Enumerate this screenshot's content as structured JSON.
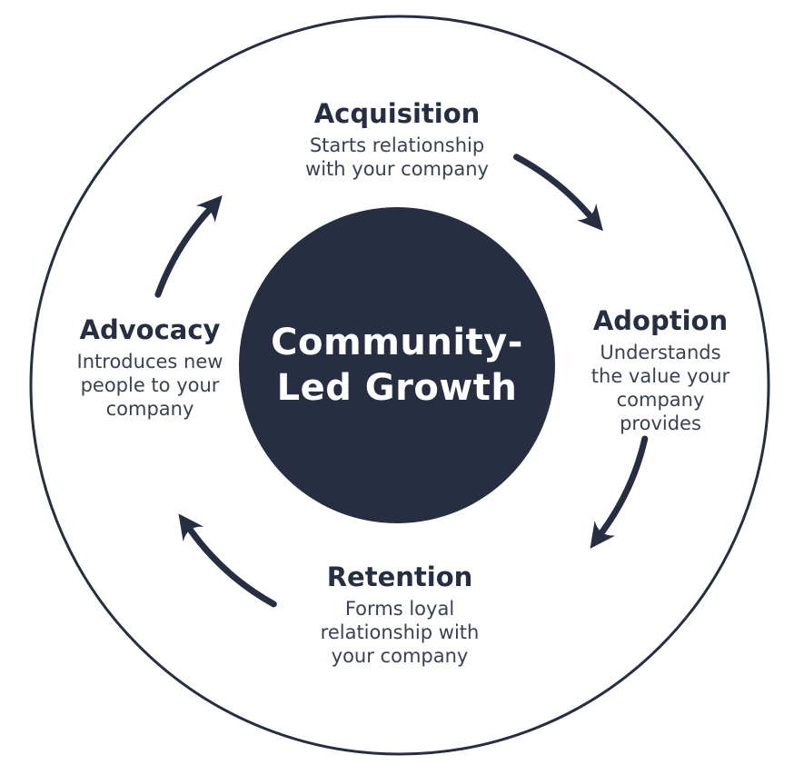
{
  "diagram": {
    "center": {
      "line1": "Community-",
      "line2": "Led Growth"
    },
    "stages": [
      {
        "name": "Acquisition",
        "desc_lines": [
          "Starts relationship",
          "with your company"
        ]
      },
      {
        "name": "Adoption",
        "desc_lines": [
          "Understands",
          "the value your",
          "company",
          "provides"
        ]
      },
      {
        "name": "Retention",
        "desc_lines": [
          "Forms loyal",
          "relationship with",
          "your company"
        ]
      },
      {
        "name": "Advocacy",
        "desc_lines": [
          "Introduces new",
          "people to your",
          "company"
        ]
      }
    ],
    "colors": {
      "ink": "#272e42",
      "background": "#ffffff",
      "center_text": "#ffffff"
    }
  }
}
